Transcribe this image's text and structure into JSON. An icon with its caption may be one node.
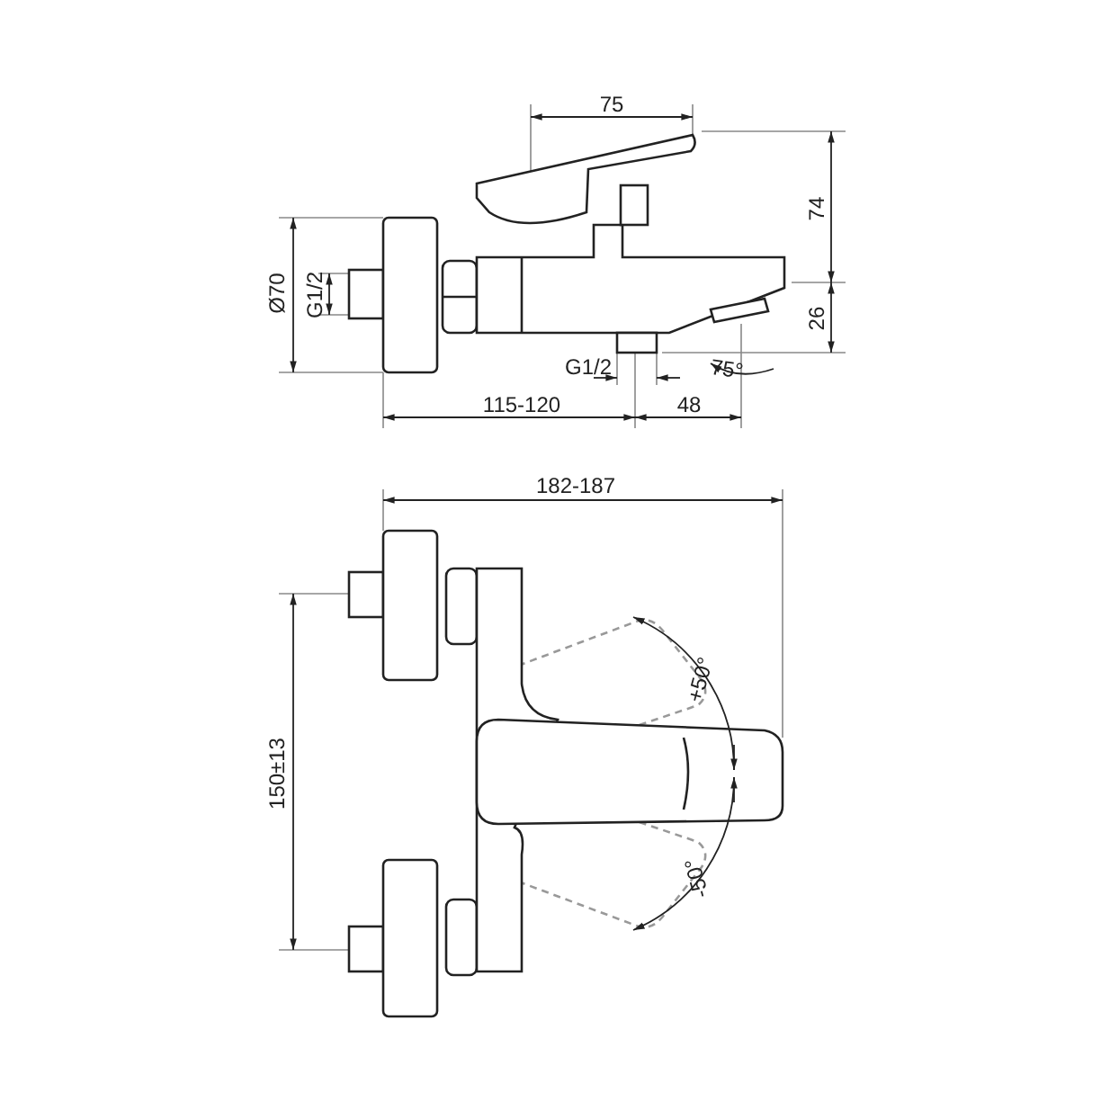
{
  "diagram": {
    "labels": [
      "75",
      "74",
      "Ø70",
      "G1/2",
      "26",
      "G1/2",
      "75°",
      "115-120",
      "48",
      "182-187",
      "+50°",
      "150±13",
      "-50°"
    ]
  }
}
